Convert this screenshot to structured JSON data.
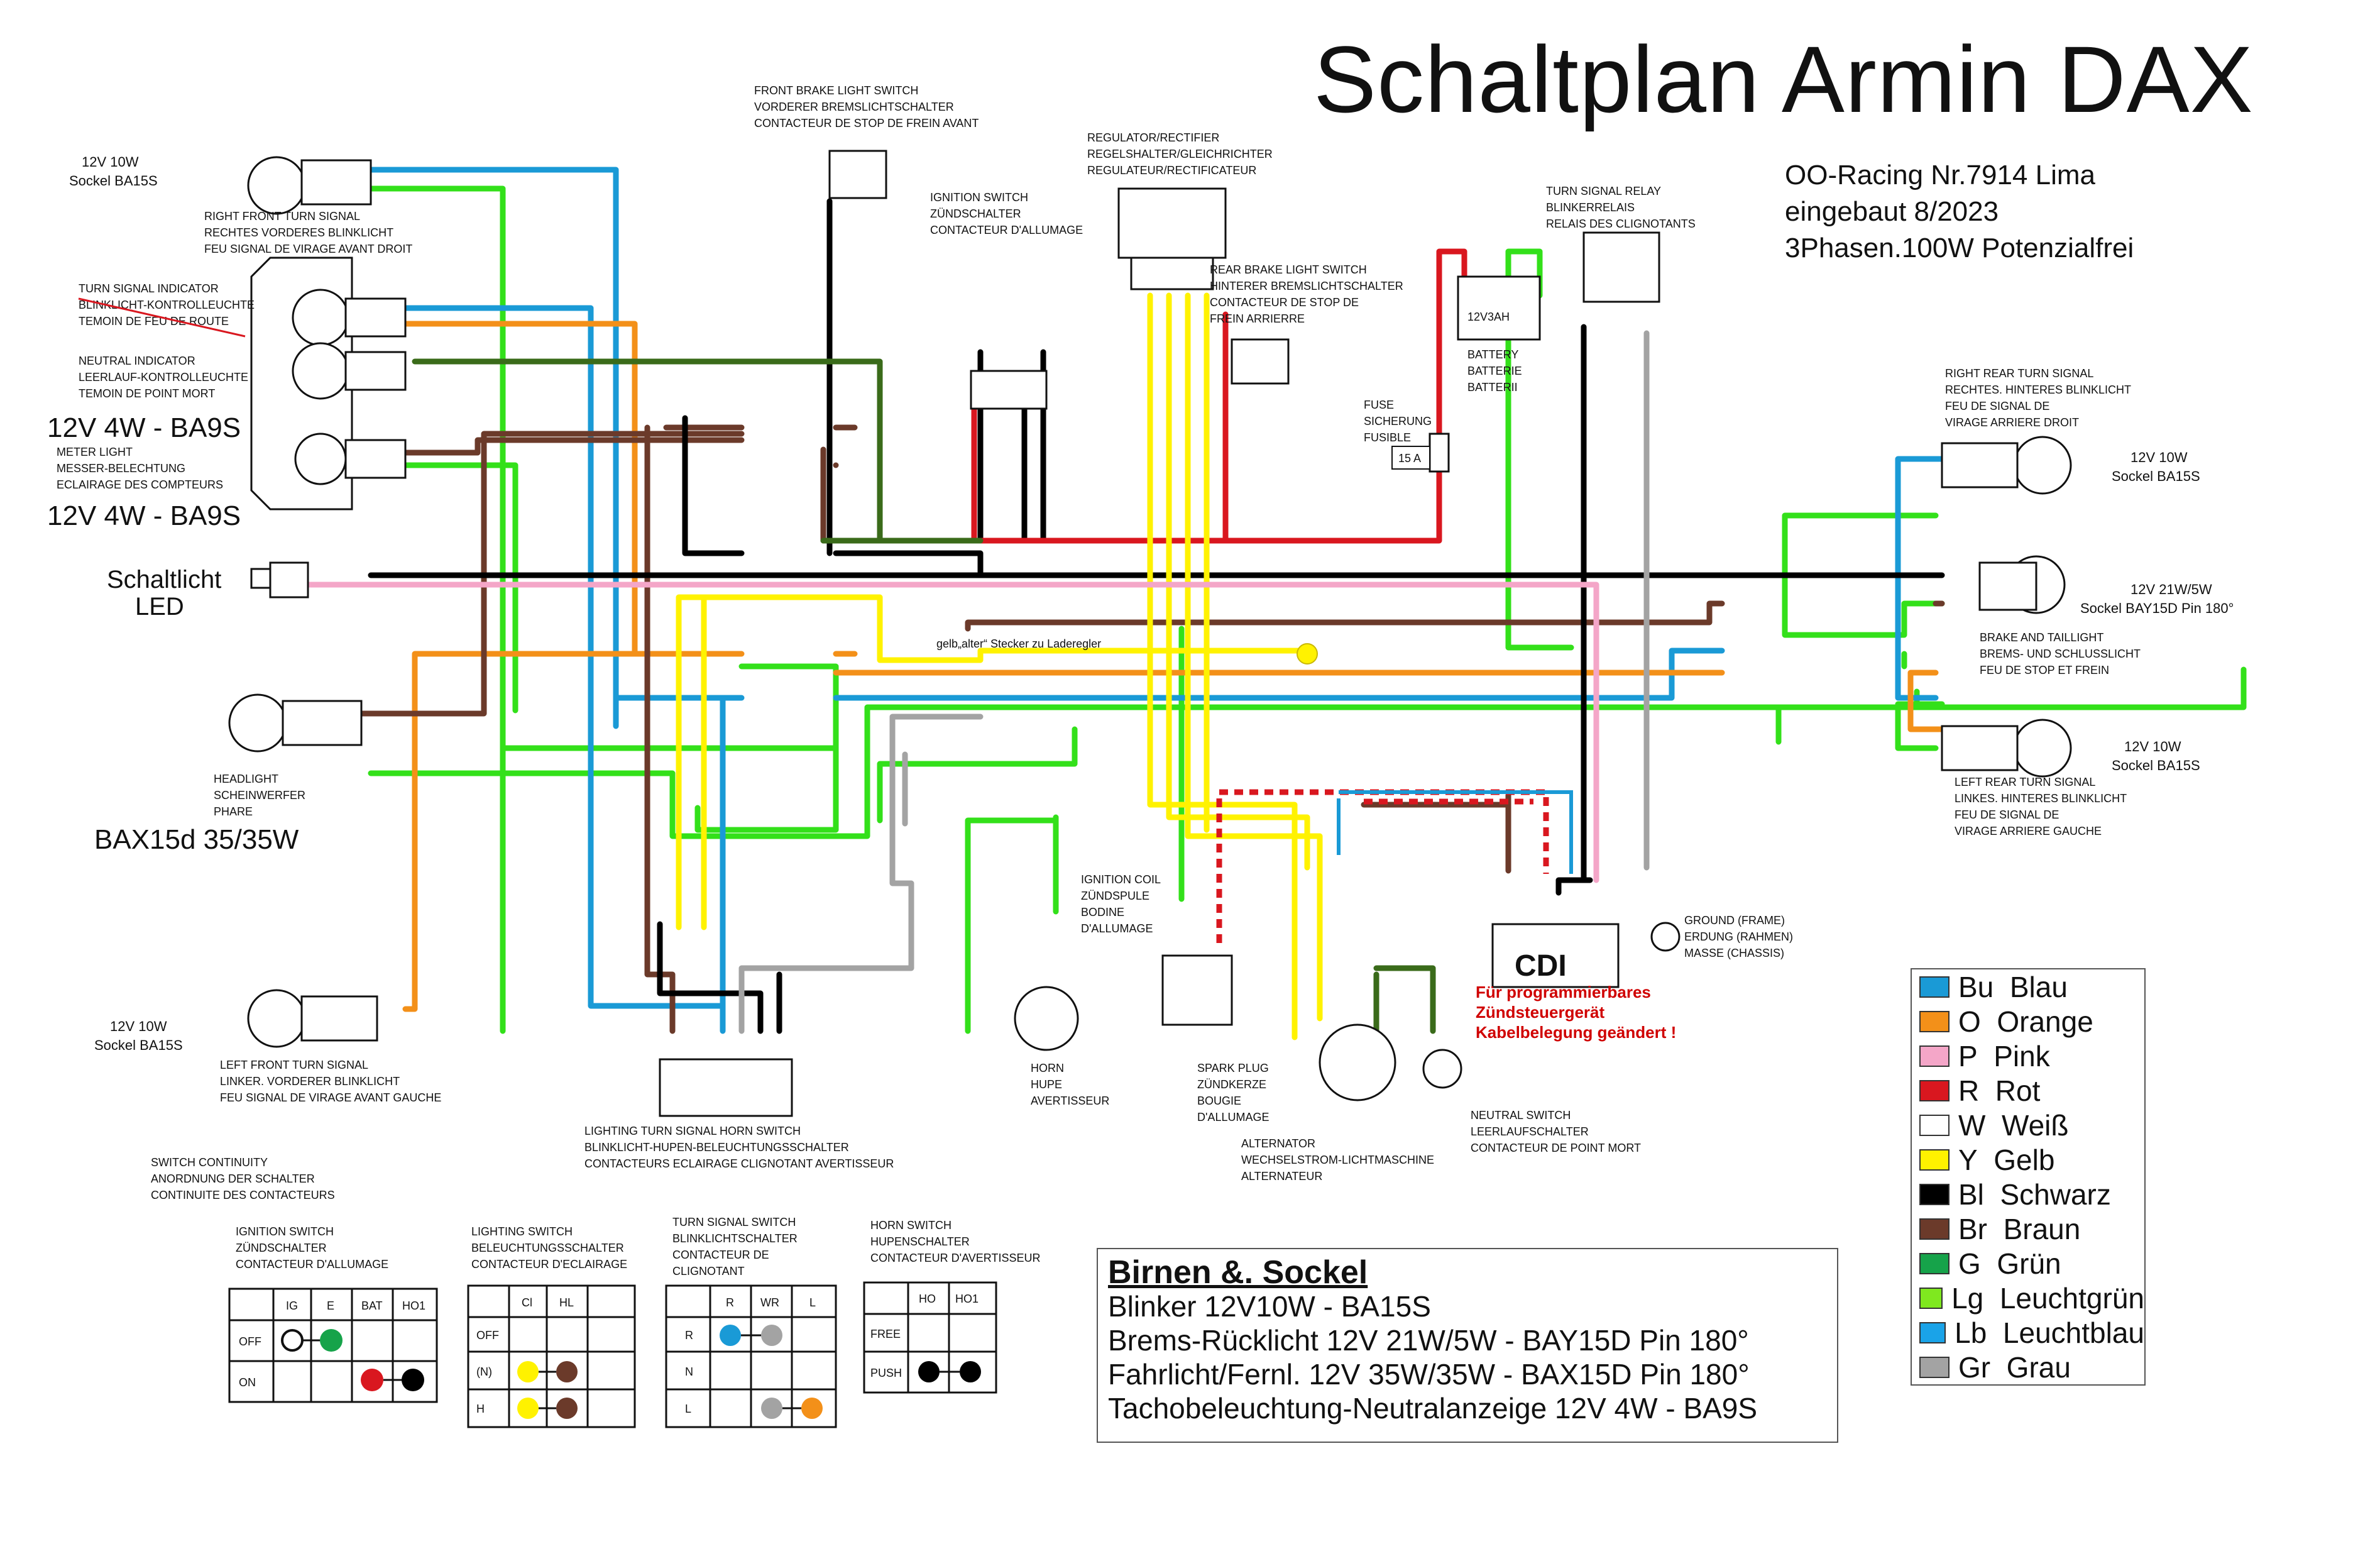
{
  "title": "Schaltplan Armin DAX",
  "subtitle_lines": [
    "OO-Racing Nr.7914 Lima",
    "eingebaut 8/2023",
    "3Phasen.100W Potenzialfrei"
  ],
  "components": {
    "front_brake_switch": [
      "FRONT BRAKE LIGHT SWITCH",
      "VORDERER BREMSLICHTSCHALTER",
      "CONTACTEUR DE STOP DE FREIN AVANT"
    ],
    "regulator": [
      "REGULATOR/RECTIFIER",
      "REGELSHALTER/GLEICHRICHTER",
      "REGULATEUR/RECTIFICATEUR"
    ],
    "ignition_switch": [
      "IGNITION SWITCH",
      "ZÜNDSCHALTER",
      "CONTACTEUR D'ALLUMAGE"
    ],
    "rear_brake_switch": [
      "REAR BRAKE LIGHT SWITCH",
      "HINTERER BREMSLICHTSCHALTER",
      "CONTACTEUR DE STOP DE",
      "FREIN ARRIERRE"
    ],
    "turn_relay": [
      "TURN SIGNAL RELAY",
      "BLINKERRELAIS",
      "RELAIS DES CLIGNOTANTS"
    ],
    "battery": [
      "BATTERY",
      "BATTERIE",
      "BATTERII"
    ],
    "battery_rating": "12V3AH",
    "fuse": [
      "FUSE",
      "SICHERUNG",
      "FUSIBLE"
    ],
    "fuse_rating": "15 A",
    "right_front_turn": [
      "RIGHT FRONT TURN SIGNAL",
      "RECHTES VORDERES BLINKLICHT",
      "FEU SIGNAL DE VIRAGE AVANT DROIT"
    ],
    "turn_indicator": [
      "TURN SIGNAL INDICATOR",
      "BLINKLICHT-KONTROLLEUCHTE",
      "TEMOIN DE FEU DE ROUTE"
    ],
    "neutral_indicator": [
      "NEUTRAL INDICATOR",
      "LEERLAUF-KONTROLLEUCHTE",
      "TEMOIN DE POINT MORT"
    ],
    "meter_light": [
      "METER LIGHT",
      "MESSER-BELECHTUNG",
      "ECLAIRAGE DES COMPTEURS"
    ],
    "headlight": [
      "HEADLIGHT",
      "SCHEINWERFER",
      "PHARE"
    ],
    "left_front_turn": [
      "LEFT FRONT TURN SIGNAL",
      "LINKER. VORDERER BLINKLICHT",
      "FEU SIGNAL DE VIRAGE AVANT GAUCHE"
    ],
    "right_rear_turn": [
      "RIGHT REAR TURN SIGNAL",
      "RECHTES. HINTERES BLINKLICHT",
      "FEU DE SIGNAL DE",
      "VIRAGE ARRIERE DROIT"
    ],
    "brake_tail": [
      "BRAKE AND TAILLIGHT",
      "BREMS- UND SCHLUSSLICHT",
      "FEU DE STOP ET FREIN"
    ],
    "left_rear_turn": [
      "LEFT REAR TURN SIGNAL",
      "LINKES. HINTERES BLINKLICHT",
      "FEU DE SIGNAL DE",
      "VIRAGE ARRIERE GAUCHE"
    ],
    "ignition_coil": [
      "IGNITION COIL",
      "ZÜNDSPULE",
      "BODINE",
      "D'ALLUMAGE"
    ],
    "horn": [
      "HORN",
      "HUPE",
      "AVERTISSEUR"
    ],
    "spark_plug": [
      "SPARK PLUG",
      "ZÜNDKERZE",
      "BOUGIE",
      "D'ALLUMAGE"
    ],
    "alternator": [
      "ALTERNATOR",
      "WECHSELSTROM-LICHTMASCHINE",
      "ALTERNATEUR"
    ],
    "neutral_switch": [
      "NEUTRAL SWITCH",
      "LEERLAUFSCHALTER",
      "CONTACTEUR DE POINT MORT"
    ],
    "ground": [
      "GROUND (FRAME)",
      "ERDUNG (RAHMEN)",
      "MASSE (CHASSIS)"
    ],
    "handlebar_switch": [
      "LIGHTING   TURN SIGNAL   HORN SWITCH",
      "BLINKLICHT-HUPEN-BELEUCHTUNGSSCHALTER",
      "CONTACTEURS ECLAIRAGE CLIGNOTANT AVERTISSEUR"
    ],
    "cdi": "CDI"
  },
  "annotations": {
    "rf_turn": [
      "12V 10W",
      "Sockel BA15S"
    ],
    "meter1": "12V 4W  -  BA9S",
    "meter2": "12V 4W  -  BA9S",
    "schaltlicht": [
      "Schaltlicht",
      "LED"
    ],
    "headlight_bulb": "BAX15d 35/35W",
    "lf_turn": [
      "12V 10W",
      "Sockel BA15S"
    ],
    "rr_turn": [
      "12V 10W",
      "Sockel BA15S"
    ],
    "brake_bulb": [
      "12V 21W/5W",
      "Sockel BAY15D Pin 180°"
    ],
    "lr_turn": [
      "12V 10W",
      "Sockel BA15S"
    ],
    "yellow_plug": "gelb„alter“ Stecker zu Laderegler",
    "cdi_note": [
      "Für programmierbares",
      "Zündsteuergerät",
      "Kabelbelegung geändert !"
    ]
  },
  "switch_tables": {
    "heading": [
      "SWITCH CONTINUITY",
      "ANORDNUNG DER SCHALTER",
      "CONTINUITE DES CONTACTEURS"
    ],
    "ignition": {
      "title": [
        "IGNITION SWITCH",
        "ZÜNDSCHALTER",
        "CONTACTEUR D'ALLUMAGE"
      ],
      "cols": [
        "IG",
        "E",
        "BAT",
        "HO1"
      ],
      "rows": [
        "OFF",
        "ON"
      ]
    },
    "lighting": {
      "title": [
        "LIGHTING SWITCH",
        "BELEUCHTUNGSSCHALTER",
        "CONTACTEUR D'ECLAIRAGE"
      ],
      "cols": [
        "Cl",
        "HL"
      ],
      "rows": [
        "OFF",
        "(N)",
        "H"
      ]
    },
    "turn": {
      "title": [
        "TURN SIGNAL SWITCH",
        "BLINKLICHTSCHALTER",
        "CONTACTEUR DE",
        "CLIGNOTANT"
      ],
      "cols": [
        "R",
        "WR",
        "L"
      ],
      "rows": [
        "R",
        "N",
        "L"
      ]
    },
    "horn": {
      "title": [
        "HORN SWITCH",
        "HUPENSCHALTER",
        "CONTACTEUR D'AVERTISSEUR"
      ],
      "cols": [
        "HO",
        "HO1"
      ],
      "rows": [
        "FREE",
        "PUSH"
      ]
    }
  },
  "legend": [
    {
      "code": "Bu",
      "name": "Blau",
      "color": "#1a9ad6"
    },
    {
      "code": "O",
      "name": "Orange",
      "color": "#f39019"
    },
    {
      "code": "P",
      "name": "Pink",
      "color": "#f4a6c8"
    },
    {
      "code": "R",
      "name": "Rot",
      "color": "#d9171f"
    },
    {
      "code": "W",
      "name": "Weiß",
      "color": "#ffffff"
    },
    {
      "code": "Y",
      "name": "Gelb",
      "color": "#fff200"
    },
    {
      "code": "Bl",
      "name": "Schwarz",
      "color": "#000000"
    },
    {
      "code": "Br",
      "name": "Braun",
      "color": "#6b3a2a"
    },
    {
      "code": "G",
      "name": "Grün",
      "color": "#16a34a"
    },
    {
      "code": "Lg",
      "name": "Leuchtgrün",
      "color": "#7fe81f"
    },
    {
      "code": "Lb",
      "name": "Leuchtblau",
      "color": "#1aa3e8"
    },
    {
      "code": "Gr",
      "name": "Grau",
      "color": "#a3a3a3"
    }
  ],
  "bulbs_box": {
    "title": "Birnen &. Sockel",
    "lines": [
      "Blinker 12V10W  -  BA15S",
      "Brems-Rücklicht 12V 21W/5W  -  BAY15D Pin 180°",
      "Fahrlicht/Fernl.   12V 35W/35W  -  BAX15D Pin 180°",
      "Tachobeleuchtung-Neutralanzeige 12V 4W  -  BA9S"
    ]
  },
  "colors": {
    "green": "#33e01a",
    "blue": "#1a9ad6",
    "orange": "#f39019",
    "brown": "#6b3a2a",
    "black": "#000000",
    "red": "#d9171f",
    "yellow": "#fff200",
    "pink": "#f4a6c8",
    "grey": "#a3a3a3",
    "dkgreen": "#3a6b1a"
  }
}
